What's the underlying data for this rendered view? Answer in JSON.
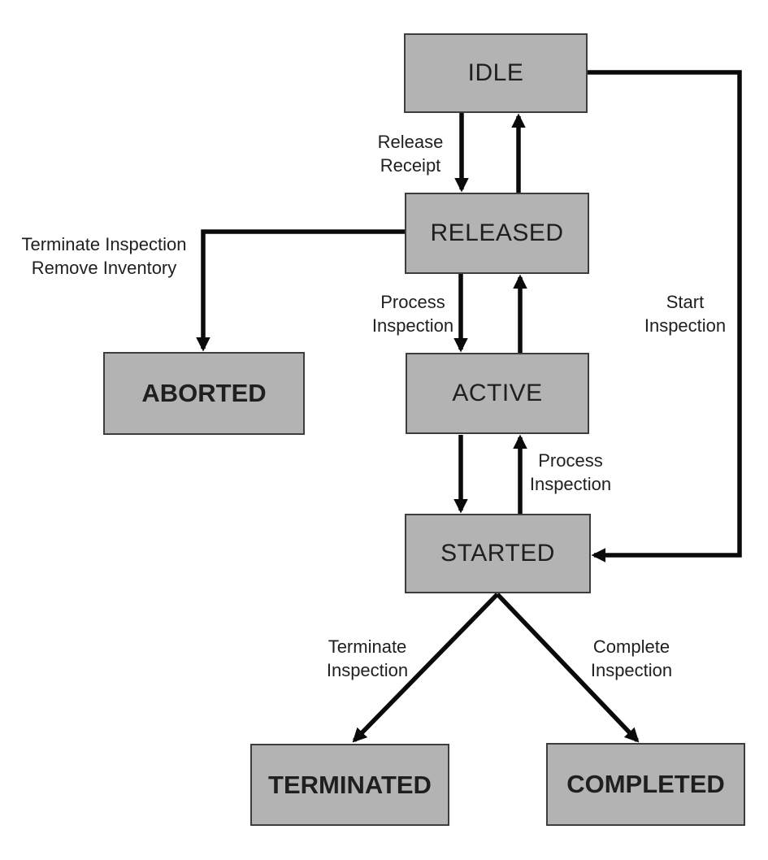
{
  "diagram_type": "state-transition-diagram",
  "nodes": {
    "idle": {
      "label": "IDLE"
    },
    "released": {
      "label": "RELEASED"
    },
    "active": {
      "label": "ACTIVE"
    },
    "started": {
      "label": "STARTED"
    },
    "aborted": {
      "label": "ABORTED"
    },
    "terminated": {
      "label": "TERMINATED"
    },
    "completed": {
      "label": "COMPLETED"
    }
  },
  "edges": {
    "idle_to_released": {
      "from": "IDLE",
      "to": "RELEASED",
      "lines": [
        "Release",
        "Receipt"
      ]
    },
    "released_to_idle": {
      "from": "RELEASED",
      "to": "IDLE",
      "lines": []
    },
    "released_to_active": {
      "from": "RELEASED",
      "to": "ACTIVE",
      "lines": [
        "Process",
        "Inspection"
      ]
    },
    "active_to_released": {
      "from": "ACTIVE",
      "to": "RELEASED",
      "lines": []
    },
    "active_to_started": {
      "from": "ACTIVE",
      "to": "STARTED",
      "lines": []
    },
    "started_to_active": {
      "from": "STARTED",
      "to": "ACTIVE",
      "lines": [
        "Process",
        "Inspection"
      ]
    },
    "released_to_aborted": {
      "from": "RELEASED",
      "to": "ABORTED",
      "lines": [
        "Terminate Inspection",
        "Remove Inventory"
      ]
    },
    "idle_to_started": {
      "from": "IDLE",
      "to": "STARTED",
      "lines": [
        "Start",
        "Inspection"
      ]
    },
    "started_to_terminated": {
      "from": "STARTED",
      "to": "TERMINATED",
      "lines": [
        "Terminate",
        "Inspection"
      ]
    },
    "started_to_completed": {
      "from": "STARTED",
      "to": "COMPLETED",
      "lines": [
        "Complete",
        "Inspection"
      ]
    }
  },
  "colors": {
    "node_fill": "#b3b3b3",
    "node_border": "#3d3d3d",
    "arrow_color": "#0a0a0a",
    "text_color": "#1f1f1f",
    "background": "#ffffff"
  }
}
